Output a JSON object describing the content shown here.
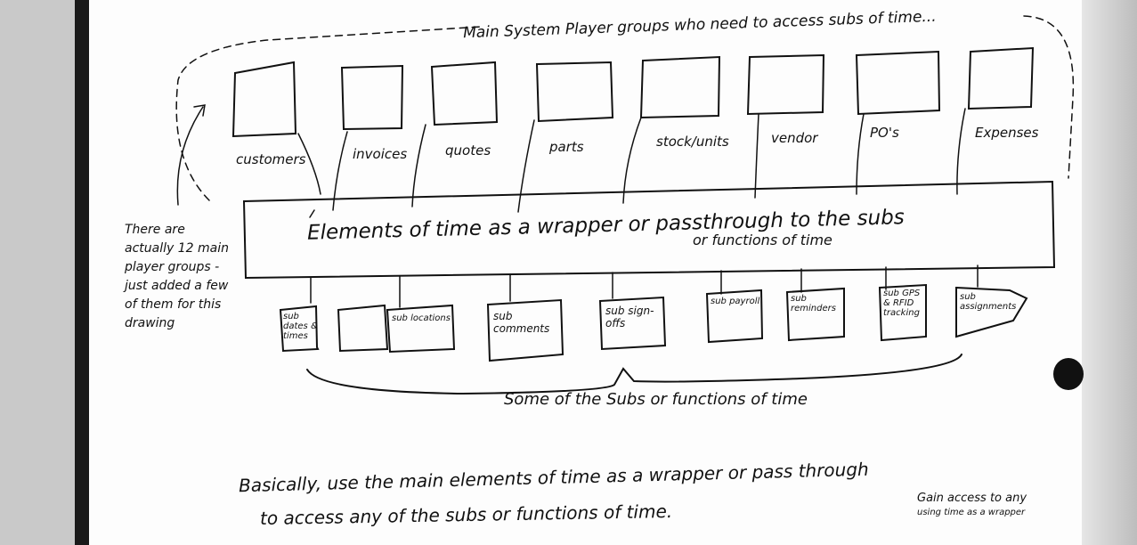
{
  "heading": "Main System Player groups who need to access subs of time...",
  "player_groups": [
    "customers",
    "invoices",
    "quotes",
    "parts",
    "stock/units",
    "vendor",
    "PO's",
    "Expenses"
  ],
  "wrapper": {
    "line1": "Elements of time as a wrapper or passthrough to the subs",
    "line2": "or functions of time"
  },
  "side_note": "There are actually 12 main player groups - just added a few of them for this drawing",
  "subs": [
    "sub dates & times",
    "sub locations",
    "sub comments",
    "sub sign-offs",
    "sub payroll",
    "sub reminders",
    "sub GPS & RFID tracking",
    "sub assignments"
  ],
  "subs_caption": "Some of the Subs or functions of time",
  "footer": {
    "line1": "Basically, use the main elements of time as a wrapper or pass through",
    "line2": "to access any of the subs or functions of time.",
    "aside1": "Gain access to any",
    "aside2": "using time as a wrapper"
  }
}
